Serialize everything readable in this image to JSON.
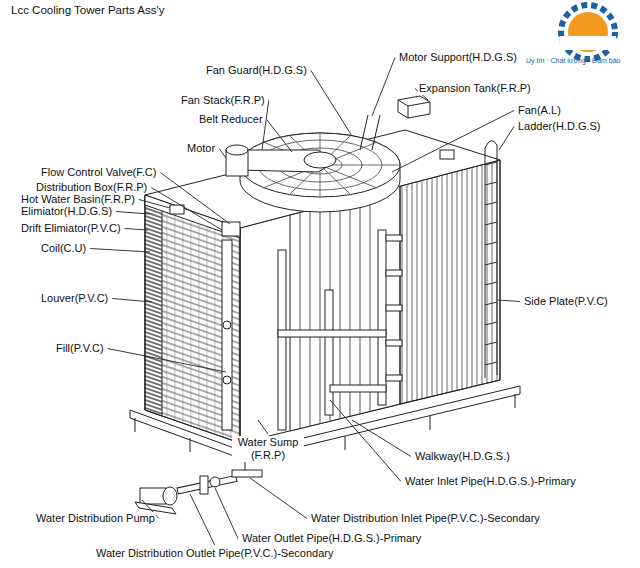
{
  "diagram": {
    "title": "Lcc Cooling Tower Parts Ass'y",
    "labels": [
      "Fan Guard(H.D.G.S)",
      "Motor Support(H.D.G.S)",
      "Expansion Tank(F.R.P)",
      "Fan Stack(F.R.P)",
      "Belt Reducer",
      "Fan(A.L)",
      "Ladder(H.D.G.S)",
      "Motor",
      "Flow Control Valve(F.C)",
      "Distribution Box(F.R.P)",
      "Hot Water Basin(F.R.P)",
      "Elimiator(H.D.G.S)",
      "Drift Elimiator(P.V.C)",
      "Coil(C.U)",
      "Louver(P.V.C)",
      "Side Plate(P.V.C)",
      "Fill(P.V.C)",
      "Water Sump (F.R.P)",
      "Walkway(H.D.G.S.)",
      "Water Inlet Pipe(H.D.G.S.)-Primary",
      "Water Distribution Pump",
      "Water Distribution Inlet Pipe(P.V.C.)-Secondary",
      "Water Outlet Pipe(H.D.G.S.)-Primary",
      "Water Distribution Outlet Pipe(P.V.C.)-Secondary",
      "Uy tín · Chất lượng · Đảm bảo"
    ]
  }
}
